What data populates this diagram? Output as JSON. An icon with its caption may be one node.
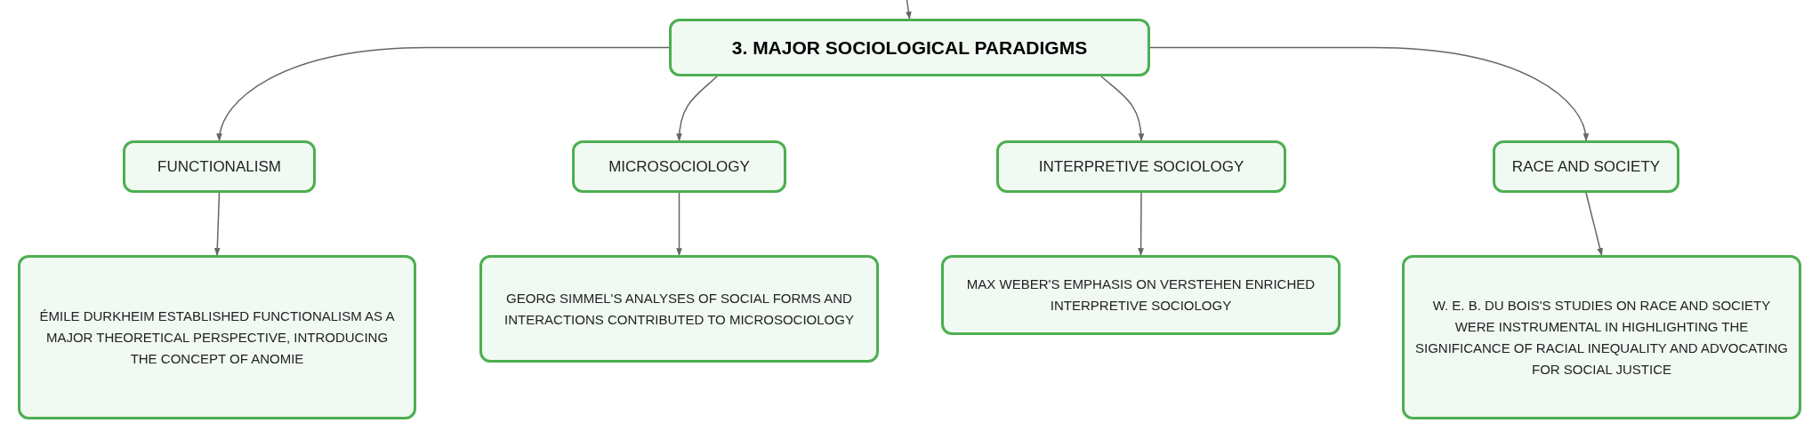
{
  "diagram": {
    "nodes": [
      {
        "text": [
          "3. MAJOR SOCIOLOGICAL PARADIGMS"
        ]
      },
      {
        "text": [
          "FUNCTIONALISM"
        ]
      },
      {
        "text": [
          "MICROSOCIOLOGY"
        ]
      },
      {
        "text": [
          "INTERPRETIVE SOCIOLOGY"
        ]
      },
      {
        "text": [
          "RACE AND SOCIETY"
        ]
      },
      {
        "text": [
          "ÉMILE DURKHEIM ESTABLISHED FUNCTIONALISM AS A MAJOR THEORETICAL PERSPECTIVE, INTRODUCING THE CONCEPT OF ANOMIE"
        ]
      },
      {
        "text": [
          "GEORG SIMMEL'S ANALYSES OF SOCIAL FORMS AND INTERACTIONS CONTRIBUTED TO MICROSOCIOLOGY"
        ]
      },
      {
        "text": [
          "MAX WEBER'S EMPHASIS ON VERSTEHEN ENRICHED INTERPRETIVE SOCIOLOGY"
        ]
      },
      {
        "text": [
          "W. E. B. DU BOIS'S STUDIES ON RACE AND SOCIETY WERE INSTRUMENTAL IN HIGHLIGHTING THE SIGNIFICANCE OF RACIAL INEQUALITY AND ADVOCATING FOR SOCIAL JUSTICE"
        ]
      }
    ],
    "edges": [
      {
        "from": null,
        "to": 0,
        "arrow": "to"
      },
      {
        "from": 0,
        "to": 1,
        "arrow": "to"
      },
      {
        "from": 0,
        "to": 2,
        "arrow": "to"
      },
      {
        "from": 0,
        "to": 3,
        "arrow": "to"
      },
      {
        "from": 0,
        "to": 4,
        "arrow": "to"
      },
      {
        "from": 1,
        "to": 5,
        "arrow": "to"
      },
      {
        "from": 2,
        "to": 6,
        "arrow": "to"
      },
      {
        "from": 3,
        "to": 7,
        "arrow": "to"
      },
      {
        "from": 4,
        "to": 8,
        "arrow": "to"
      }
    ]
  }
}
